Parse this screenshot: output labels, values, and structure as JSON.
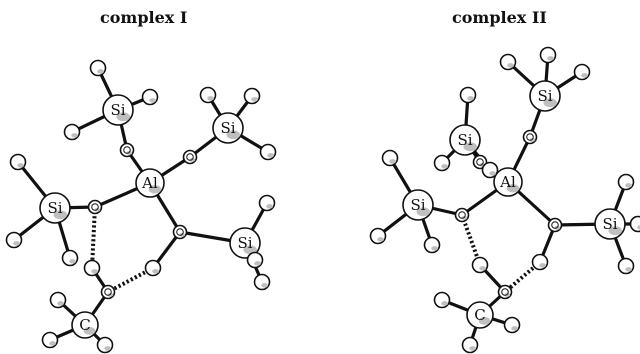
{
  "complexes": [
    {
      "title": "complex I",
      "atom_labels": {
        "si": "Si",
        "al": "Al",
        "c": "C"
      }
    },
    {
      "title": "complex II",
      "atom_labels": {
        "si": "Si",
        "al": "Al",
        "c": "C"
      }
    }
  ]
}
